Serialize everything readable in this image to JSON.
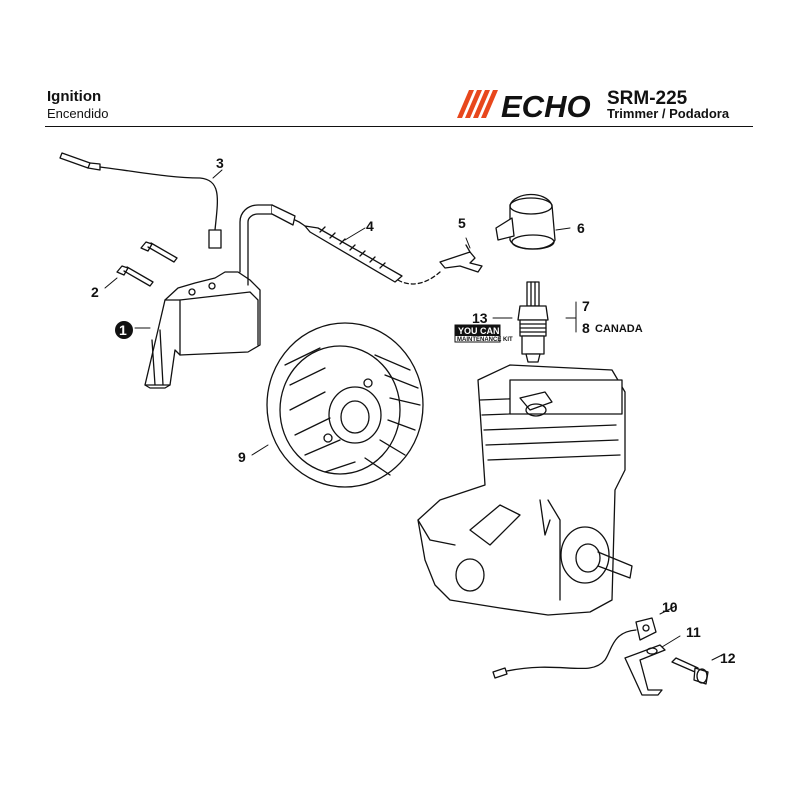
{
  "header": {
    "title": "Ignition",
    "subtitle": "Encendido",
    "brand": "ECHO",
    "model": "SRM-225",
    "model_desc": "Trimmer / Podadora",
    "brand_color": "#e8471c"
  },
  "callouts": {
    "p1": "1",
    "p2": "2",
    "p3": "3",
    "p4": "4",
    "p5": "5",
    "p6": "6",
    "p7": "7",
    "p8": "8",
    "p8_note": "CANADA",
    "p9": "9",
    "p10": "10",
    "p11": "11",
    "p12": "12",
    "p13": "13"
  },
  "kit_badge": {
    "line1": "YOU",
    "line2": "CAN",
    "line3": "MAINTENANCE KIT"
  }
}
